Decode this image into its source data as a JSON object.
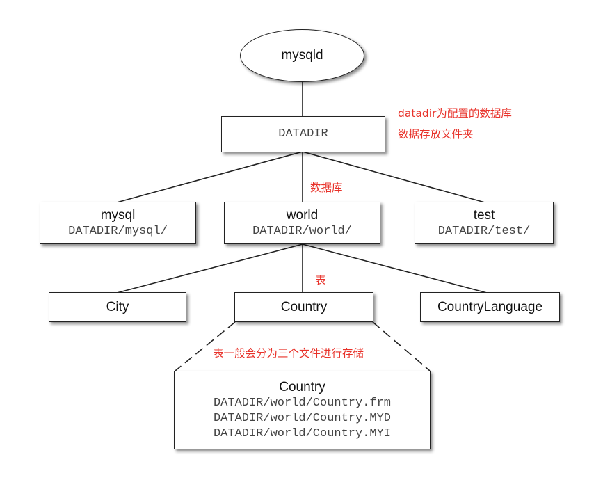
{
  "nodes": {
    "mysqld": {
      "label": "mysqld"
    },
    "datadir": {
      "path": "DATADIR"
    },
    "databases": [
      {
        "name": "mysql",
        "path": "DATADIR/mysql/"
      },
      {
        "name": "world",
        "path": "DATADIR/world/"
      },
      {
        "name": "test",
        "path": "DATADIR/test/"
      }
    ],
    "tables": [
      {
        "name": "City"
      },
      {
        "name": "Country"
      },
      {
        "name": "CountryLanguage"
      }
    ],
    "files": {
      "title": "Country",
      "paths": [
        "DATADIR/world/Country.frm",
        "DATADIR/world/Country.MYD",
        "DATADIR/world/Country.MYI"
      ]
    }
  },
  "annotations": {
    "datadir_line1": "datadir为配置的数据库",
    "datadir_line2": "数据存放文件夹",
    "database": "数据库",
    "table": "表",
    "files": "表一般会分为三个文件进行存储"
  },
  "colors": {
    "annotation": "#e8322a",
    "border": "#222222",
    "path_text": "#444444"
  }
}
